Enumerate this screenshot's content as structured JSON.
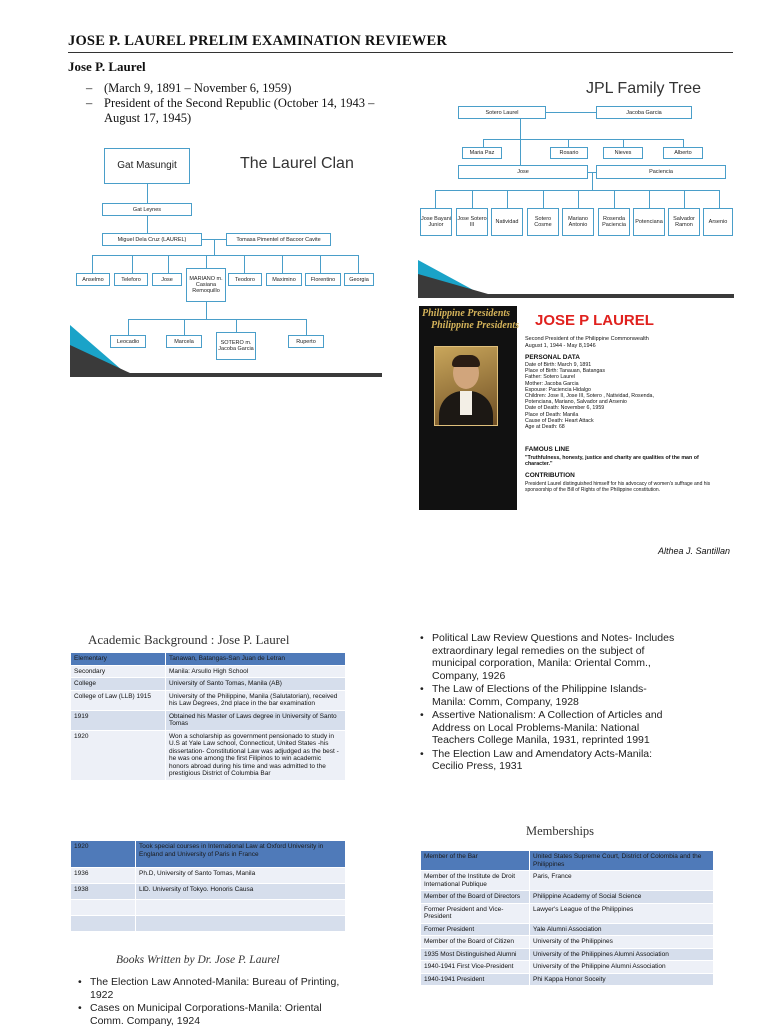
{
  "header": {
    "title": "JOSE P. LAUREL PRELIM EXAMINATION REVIEWER"
  },
  "subject": {
    "name": "Jose P. Laurel",
    "facts": [
      "(March 9, 1891 – November 6, 1959)",
      "President of the Second Republic (October 14, 1943 – August 17, 1945)"
    ]
  },
  "laurel_clan": {
    "title": "The Laurel Clan",
    "root": "Gat Masungit",
    "gen2": "Gat Leynes",
    "gen3a": "Miguel Dela Cruz (LAUREL)",
    "gen3b": "Tomasa Pimentel of Bacoor Cavite",
    "children": [
      "Anselmo",
      "Teleforo",
      "Jose",
      "MARIANO m. Casiana Remoquillo",
      "Teodoro",
      "Maximino",
      "Florentino",
      "Georgia"
    ],
    "grandchildren": [
      "Leocadio",
      "Marcela",
      "SOTERO m. Jacoba Garcia",
      "Ruperto"
    ]
  },
  "family_tree": {
    "title": "JPL Family Tree",
    "father": "Sotero Laurel",
    "mother": "Jacoba Garcia",
    "siblings": [
      "Maria Paz",
      "Rosario",
      "Nieves",
      "Alberto"
    ],
    "spouse_left": "Jose",
    "spouse_right": "Paciencia",
    "children": [
      "Jose Bayani Junior",
      "Jose Sotero III",
      "Natividad",
      "Sotero Cosme",
      "Mariano Antonio",
      "Rosenda Paciencia",
      "Potenciana",
      "Salvador Ramon",
      "Arsenio"
    ]
  },
  "profile": {
    "banner": "Philippine Presidents",
    "name": "JOSE P LAUREL",
    "subtitle": "Second President of the Philippine Commonwealth",
    "term": "August 1, 1944 - May 8,1946",
    "personal_heading": "PERSONAL DATA",
    "personal": [
      "Date of Birth: March 9, 1891",
      "Place of Birth: Tanauan, Batangas",
      "Father: Sotero Laurel",
      "Mother: Jacoba Garcia",
      "Espouse: Paciencia Hidalgo",
      "Children: Jose II, Jose III, Sotero , Natividad, Rosenda,",
      "Potenciana, Mariano, Salvador and Arsenio",
      "Date of Death: November 6, 1959",
      "Place of Death: Manila",
      "Cause of Death: Heart Attack",
      "Age at Death: 68"
    ],
    "famous_heading": "FAMOUS LINE",
    "famous_line": "\"Truthfulness, honesty, justice and charity are qualities of the man of character.\"",
    "contribution_heading": "CONTRIBUTION",
    "contribution": "President Laurel distinguished himself for his advocacy of women's suffrage and his sponsorship of the Bill of Rights of the Philippine constitution."
  },
  "author": "Althea J. Santillan",
  "academic": {
    "title": "Academic Background : Jose P. Laurel",
    "rows": [
      [
        "Elementary",
        "Tanawan, Batangas-San Juan de Letran"
      ],
      [
        "Secondary",
        "Manila: Arsullo High School"
      ],
      [
        "College",
        "University of Santo Tomas, Manila (AB)"
      ],
      [
        "College of Law (LLB) 1915",
        "University of the Philippine, Manila (Salutatorian), received his Law Degrees, 2nd place in the bar examination"
      ],
      [
        "1919",
        "Obtained his Master of Laws degree in University of Santo Tomas"
      ],
      [
        "1920",
        "Won a scholarship as government pensionado to study in U.S at Yale Law school, Connecticut, United States -his dissertation- Constitutional Law was adjudged as the best -he was one among the first Filipinos to win academic honors abroad during his time and was admitted to the prestigious District of Columbia Bar"
      ]
    ],
    "rows2": [
      [
        "1920",
        "Took special courses in International Law at Oxford University in England and University of Paris in France"
      ],
      [
        "1936",
        "Ph.D, University of Santo Tomas, Manila"
      ],
      [
        "1938",
        "LlD. University of Tokyo. Honoris Causa"
      ],
      [
        "",
        ""
      ],
      [
        "",
        ""
      ]
    ]
  },
  "books": {
    "title": "Books Written by Dr. Jose P. Laurel",
    "items": [
      "The Election Law Annoted-Manila: Bureau of Printing, 1922",
      "Cases on Municipal Corporations-Manila: Oriental Comm. Company, 1924"
    ]
  },
  "books_cont": {
    "items": [
      "Political Law Review Questions and Notes- Includes extraordinary legal remedies on the subject of municipal corporation, Manila: Oriental Comm., Company, 1926",
      "The Law of Elections of the Philippine Islands- Manila: Comm, Company, 1928",
      "Assertive Nationalism: A Collection of Articles and Address on Local Problems-Manila: National Teachers College Manila, 1931, reprinted 1991",
      "The Election Law and Amendatory Acts-Manila: Cecilio Press, 1931"
    ]
  },
  "memberships": {
    "title": "Memberships",
    "rows": [
      [
        "Member of the Bar",
        "United States Supreme Court, District of Colombia and the Philippines"
      ],
      [
        "Member of the Institute de Droit International Publique",
        "Paris, France"
      ],
      [
        "Member of the Board of Directors",
        "Philippine Academy of Social Science"
      ],
      [
        "Former President and Vice-President",
        "Lawyer's League of the Philippines"
      ],
      [
        "Former President",
        "Yale Alumni Association"
      ],
      [
        "Member of the Board of Citizen",
        "University of the Philippines"
      ],
      [
        "1935 Most Distinguished Alumni",
        "University of the Philippines Alumni Association"
      ],
      [
        "1940-1941 First Vice-President",
        "University of the Philippine Alumni Association"
      ],
      [
        "1940-1941 President",
        "Phi Kappa Honor Soceity"
      ]
    ]
  }
}
